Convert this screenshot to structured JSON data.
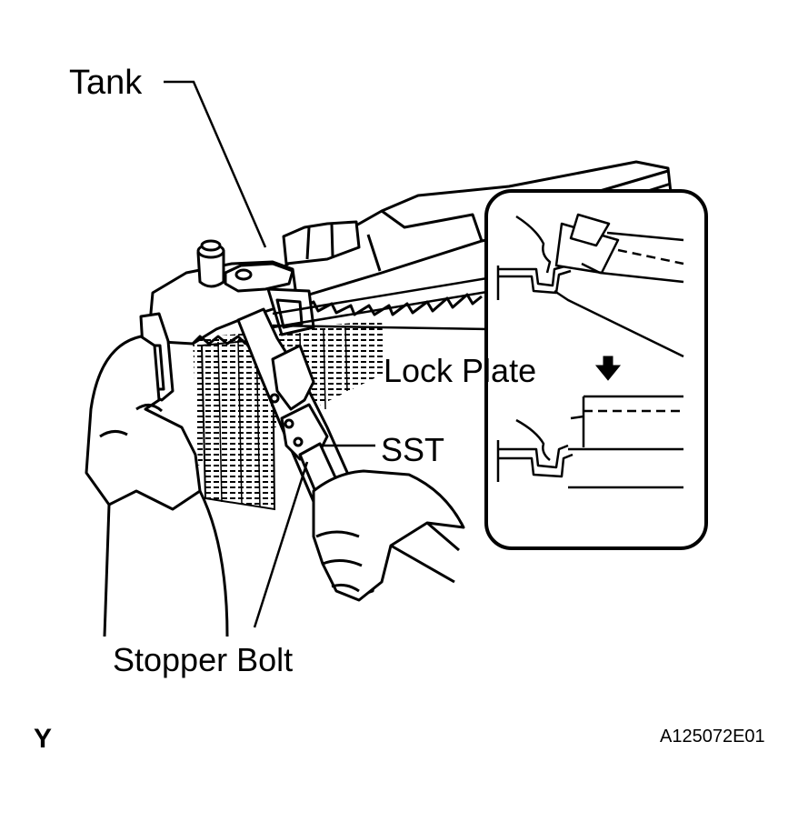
{
  "labels": {
    "tank": "Tank",
    "lock_plate": "Lock Plate",
    "sst": "SST",
    "stopper_bolt": "Stopper Bolt",
    "corner_mark": "Y",
    "figure_code": "A125072E01"
  },
  "icons": {
    "direction_arrow": "arrow-down-icon"
  },
  "colors": {
    "line": "#000000",
    "background": "#ffffff"
  }
}
